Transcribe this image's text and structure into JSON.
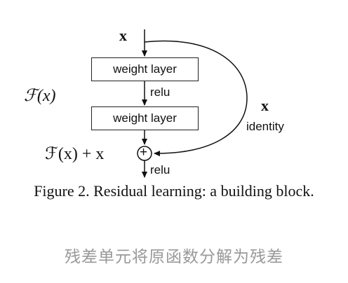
{
  "diagram": {
    "input_label": "x",
    "layer1_label": "weight layer",
    "relu1_label": "relu",
    "layer2_label": "weight layer",
    "function_label": "ℱ(x)",
    "shortcut_x_label": "x",
    "identity_label": "identity",
    "sum_label": "ℱ(x) + x",
    "plus_symbol": "+",
    "relu2_label": "relu"
  },
  "caption": "Figure 2. Residual learning: a building block.",
  "subtitle": "残差单元将原函数分解为残差"
}
